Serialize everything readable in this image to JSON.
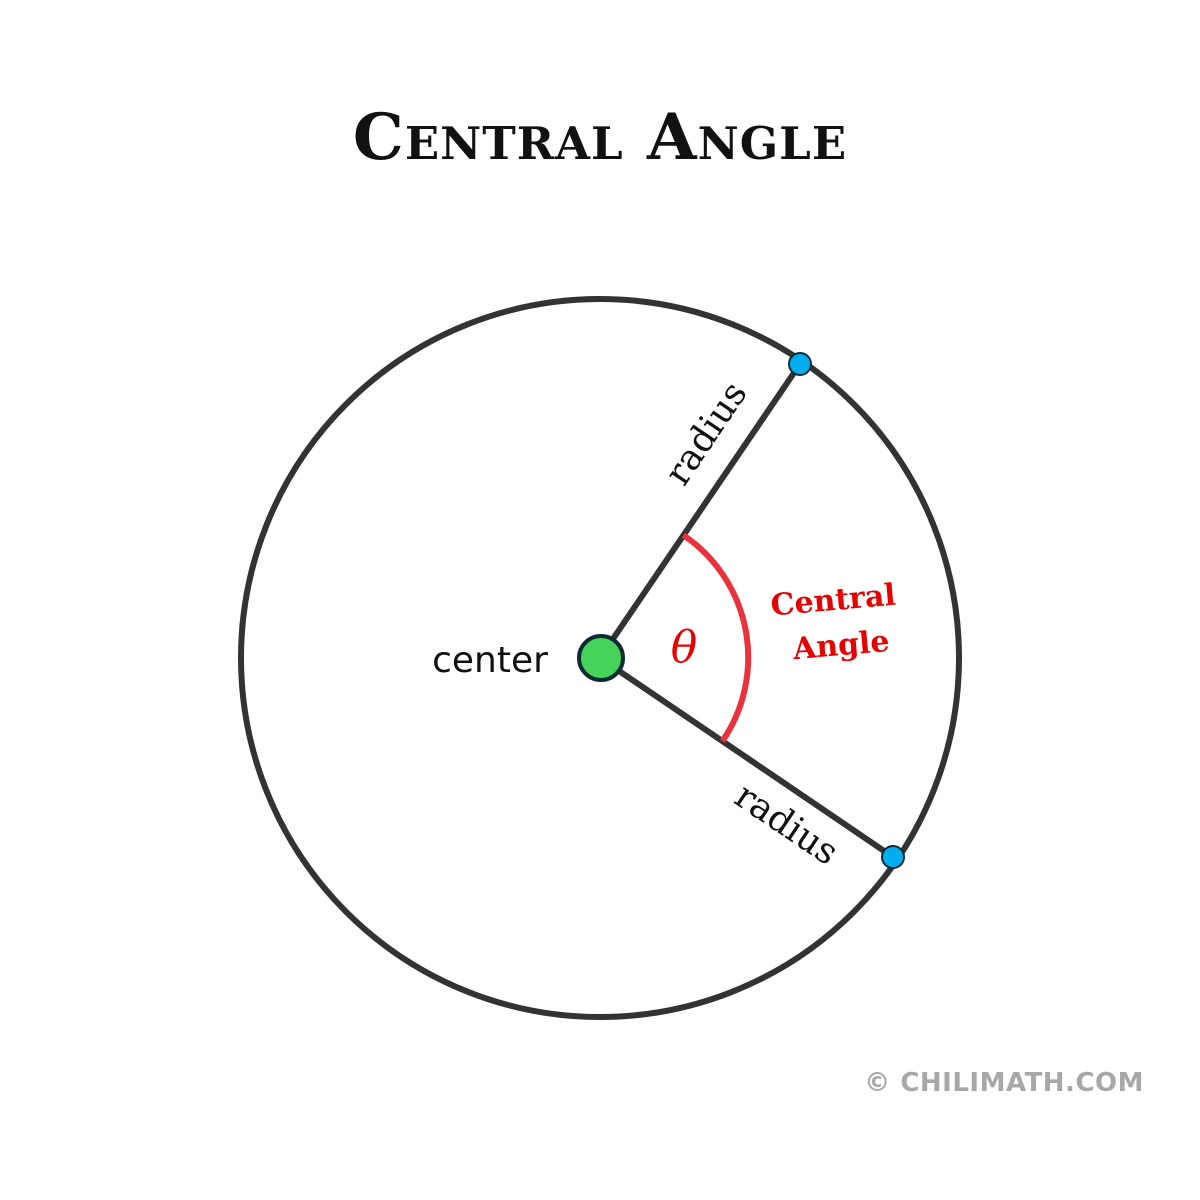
{
  "title": "Central Angle",
  "labels": {
    "center": "center",
    "radius_upper": "radius",
    "radius_lower": "radius",
    "theta": "θ",
    "angle_line1": "Central",
    "angle_line2": "Angle"
  },
  "credit": "© CHILIMATH.COM",
  "colors": {
    "circle": "#333333",
    "arc": "#e8333d",
    "angle_label": "#e60000",
    "center_dot": "#45d35c",
    "endpoints": "#00aeef"
  }
}
